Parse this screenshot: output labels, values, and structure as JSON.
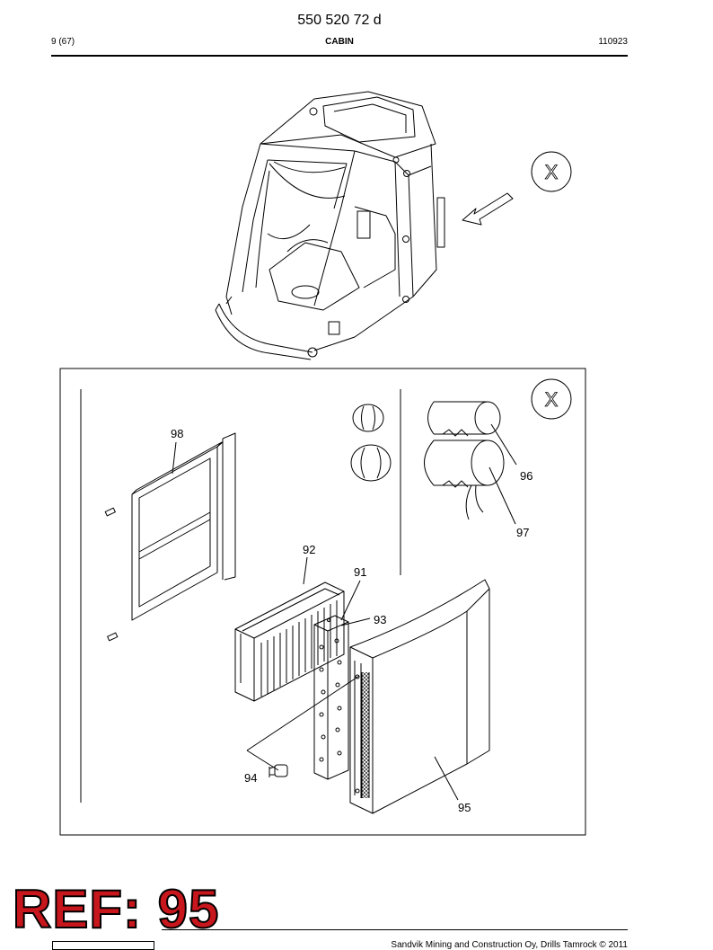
{
  "header": {
    "doc_number": "550 520 72 d",
    "page": "9 (67)",
    "section": "CABIN",
    "date_code": "110923"
  },
  "detail_marker": "X",
  "callouts": [
    "98",
    "92",
    "91",
    "93",
    "94",
    "95",
    "96",
    "97"
  ],
  "stamp": "REF: 95",
  "footer": "Sandvik Mining and Construction Oy, Drills Tamrock © 2011",
  "colors": {
    "stamp_fill": "#c8161d",
    "line": "#000000"
  }
}
